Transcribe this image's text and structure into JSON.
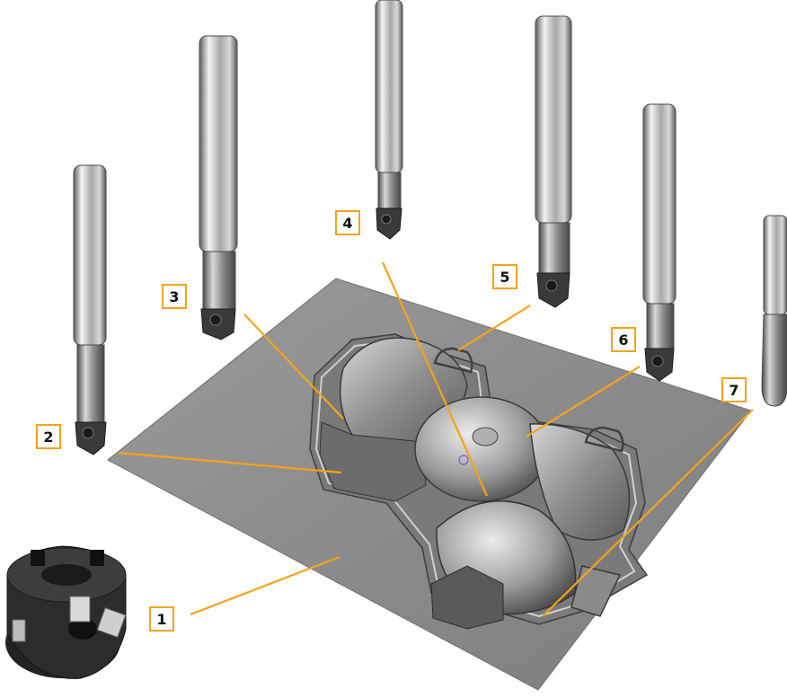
{
  "callouts": [
    {
      "id": "1",
      "label": "1"
    },
    {
      "id": "2",
      "label": "2"
    },
    {
      "id": "3",
      "label": "3"
    },
    {
      "id": "4",
      "label": "4"
    },
    {
      "id": "5",
      "label": "5"
    },
    {
      "id": "6",
      "label": "6"
    },
    {
      "id": "7",
      "label": "7"
    }
  ],
  "colors": {
    "accent": "#f5a317",
    "plate": "#8f8f8f",
    "plate_edge": "#6f6f6f",
    "steel_light": "#e8e8e8",
    "steel_mid": "#b8b8b8",
    "steel_dark": "#6a6a6a",
    "cutter_body": "#2c2c2c"
  },
  "icons": {
    "face-mill": "face-mill-cutter-icon",
    "end-mill": "end-mill-tool-icon",
    "ball-nose": "ball-nose-tool-icon"
  }
}
